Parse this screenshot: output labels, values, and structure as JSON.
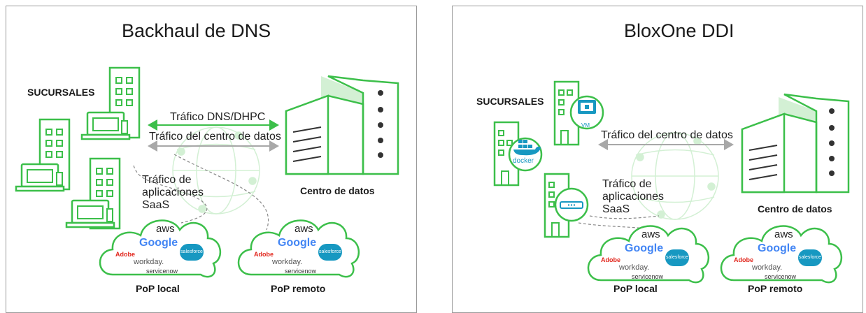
{
  "left": {
    "title": "Backhaul de DNS",
    "branches_label": "SUCURSALES",
    "dns_traffic": "Tráfico DNS/DHPC",
    "dc_traffic": "Tráfico del centro de datos",
    "saas_traffic": [
      "Tráfico de",
      "aplicaciones",
      "SaaS"
    ],
    "datacenter_label": "Centro de datos",
    "pop_local": "PoP local",
    "pop_remote": "PoP remoto"
  },
  "right": {
    "title": "BloxOne DDI",
    "branches_label": "SUCURSALES",
    "dc_traffic": "Tráfico del centro de datos",
    "saas_traffic": [
      "Tráfico de",
      "aplicaciones",
      "SaaS"
    ],
    "datacenter_label": "Centro de datos",
    "pop_local": "PoP local",
    "pop_remote": "PoP remoto",
    "vm_label": "VM",
    "docker_label": "docker"
  },
  "cloud_logos": {
    "aws": "aws",
    "google": "Google",
    "salesforce": "salesforce",
    "adobe": "Adobe",
    "workday": "workday.",
    "servicenow": "servicenow"
  },
  "colors": {
    "accent_green": "#3cbf4a",
    "light_green": "#d3f0d4",
    "arrow_gray": "#a8a8a8",
    "panel_border": "#9a9a9a"
  }
}
